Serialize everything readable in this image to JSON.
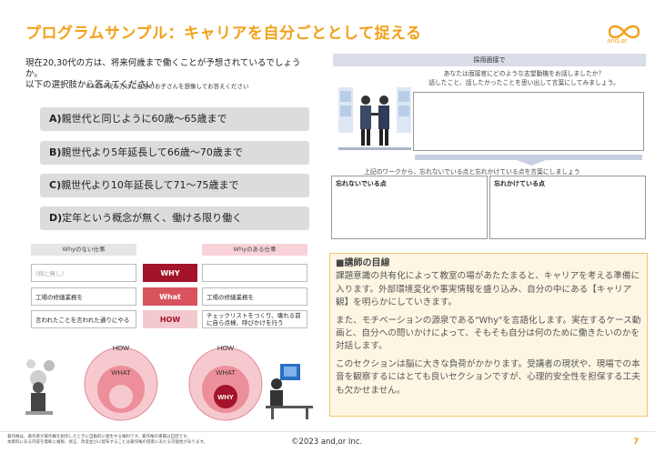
{
  "title": "プログラムサンプル：キャリアを自分ごととして捉える",
  "logo": {
    "text": "and,or",
    "color": "#f2a11b"
  },
  "question": {
    "line1": "現在20,30代の方は、将来何歳まで働くことが予想されているでしょうか。",
    "line2": "以下の選択肢から答えてください",
    "note": "※40,50代の方はご自身のお子さんを想像してお答えください"
  },
  "options": [
    {
      "key": "A)",
      "text": "親世代と同じように60歳〜65歳まで"
    },
    {
      "key": "B)",
      "text": "親世代より5年延長して66歳〜70歳まで"
    },
    {
      "key": "C)",
      "text": "親世代より10年延長して71〜75歳まで"
    },
    {
      "key": "D)",
      "text": "定年という概念が無く、働ける限り働く"
    }
  ],
  "why_table": {
    "left_header": "Whyのない仕事",
    "right_header": "Whyのある仕事",
    "rows": [
      {
        "tag": "WHY",
        "left": "(特に無し)",
        "right": ""
      },
      {
        "tag": "What",
        "left": "工場の修繕業務を",
        "right": "工場の修繕業務を"
      },
      {
        "tag": "HOW",
        "left": "言われたことを言われた通りにやる",
        "right": "チェックリストをつくり、壊れる前に自ら点検、呼びかけを行う"
      }
    ],
    "tag_colors": [
      "#a3132a",
      "#d9535f",
      "#f3c9cf"
    ]
  },
  "circles": {
    "how": "HOW",
    "what": "WHAT",
    "why": "WHY"
  },
  "interview": {
    "header": "採用面接で",
    "question_line1": "あなたは面接官にどのような志望動機をお話しましたか？",
    "question_line2": "話したこと、話したかったことを思い出して言葉にしてみましょう。",
    "caption": "上記のワークから、忘れないでいる点と忘れかけている点を言葉にしましょう",
    "left_label": "忘れないでいる点",
    "right_label": "忘れかけている点"
  },
  "lecturer": {
    "heading": "■講師の目線",
    "p1": "課題意識の共有化によって教室の場があたたまると、キャリアを考える準備に入ります。外部環境変化や事実情報を盛り込み、自分の中にある【キャリア観】を明らかにしていきます。",
    "p2": "また、モチベーションの源泉である\"Why\"を言語化します。実在するケース動画と、自分への問いかけによって、そもそも自分は何のために働きたいのかを対話します。",
    "p3": "このセクションは脳に大きな負荷がかかります。受講者の現状や、現場での本音を観察するにはとても良いセクションですが、心理的安全性を担保する工夫も欠かせません。"
  },
  "footer": {
    "note1": "著作権は、著作者が著作権を創作したときに自動的に発生する権利です。著作権の帰属は自団です。",
    "note2": "本資料にある内容を無断に複製、修正、改変並びに配布することは著作権の侵害にあたる可能性があります。",
    "copyright": "©2023 and,or Inc.",
    "page": "7"
  }
}
